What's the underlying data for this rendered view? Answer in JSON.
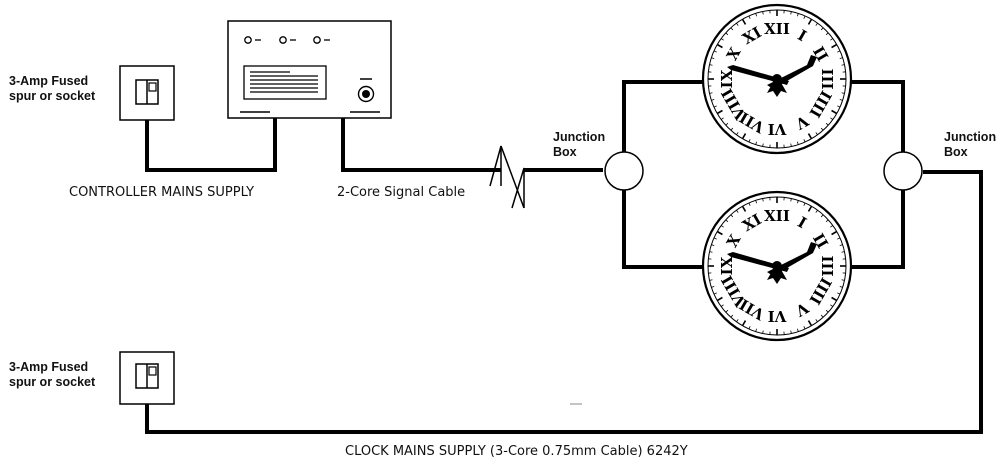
{
  "labels": {
    "socket_top": [
      "3-Amp Fused",
      "spur or socket"
    ],
    "socket_bottom": [
      "3-Amp Fused",
      "spur or socket"
    ],
    "controller_mains": "CONTROLLER MAINS SUPPLY",
    "signal_cable": "2-Core Signal Cable",
    "junction_left": [
      "Junction",
      "Box"
    ],
    "junction_right": [
      "Junction",
      "Box"
    ],
    "clock_mains": "CLOCK MAINS SUPPLY (3-Core 0.75mm Cable) 6242Y"
  },
  "clock_numerals": [
    "XII",
    "I",
    "II",
    "III",
    "IIII",
    "V",
    "VI",
    "VII",
    "VIII",
    "IX",
    "X",
    "XI"
  ],
  "icons": {
    "socket": "fused-spur-icon",
    "controller": "controller-unit-icon",
    "clock": "roman-clock-face-icon",
    "junction": "junction-box-icon",
    "cable_break": "cable-break-icon"
  }
}
